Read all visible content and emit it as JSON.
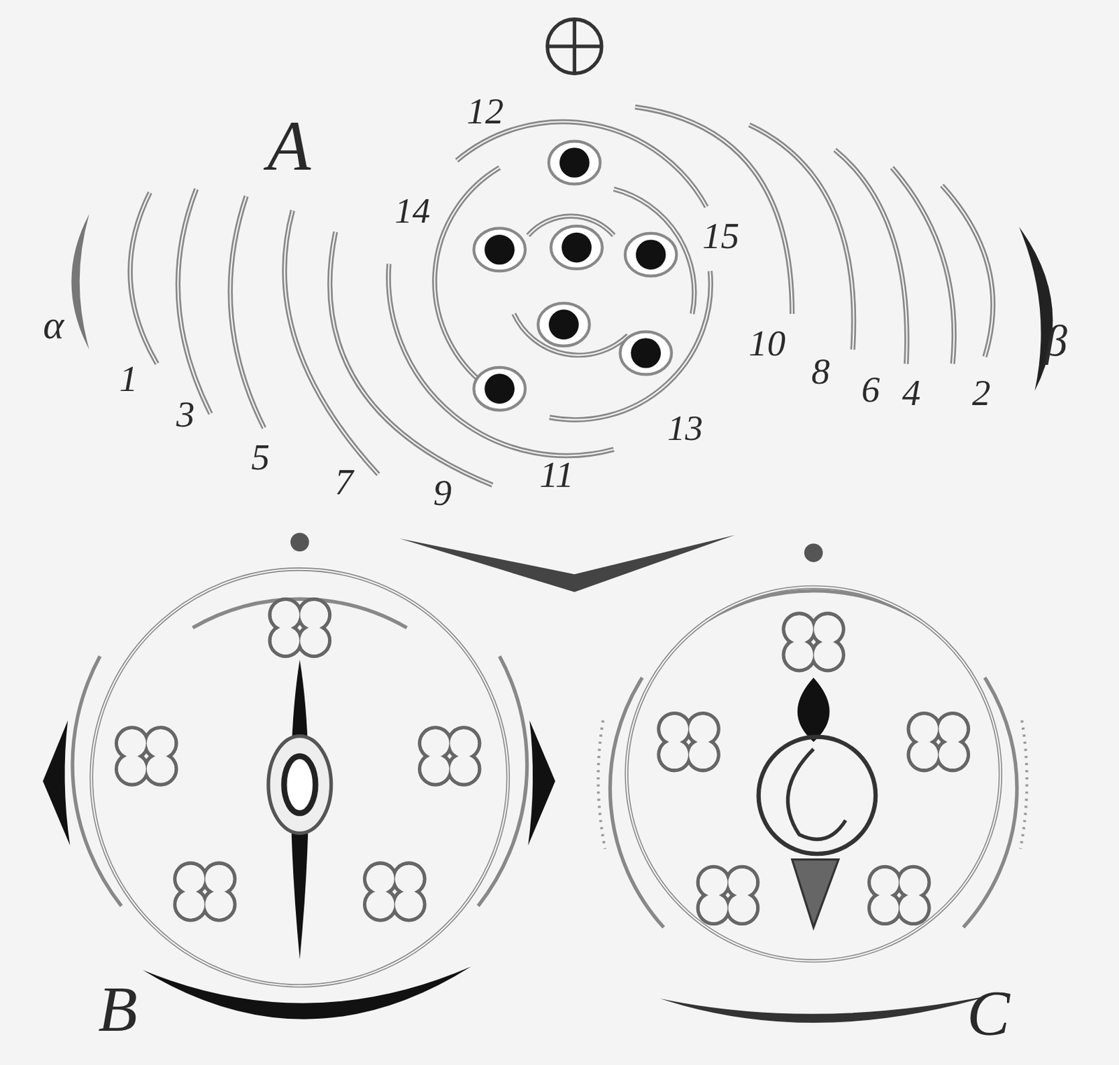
{
  "diagram": {
    "labels": [
      "A",
      "12",
      "14",
      "15",
      "α",
      "1",
      "3",
      "5",
      "7",
      "9",
      "11",
      "13",
      "10",
      "8",
      "6",
      "4",
      "2",
      "β",
      "B",
      "C"
    ]
  }
}
